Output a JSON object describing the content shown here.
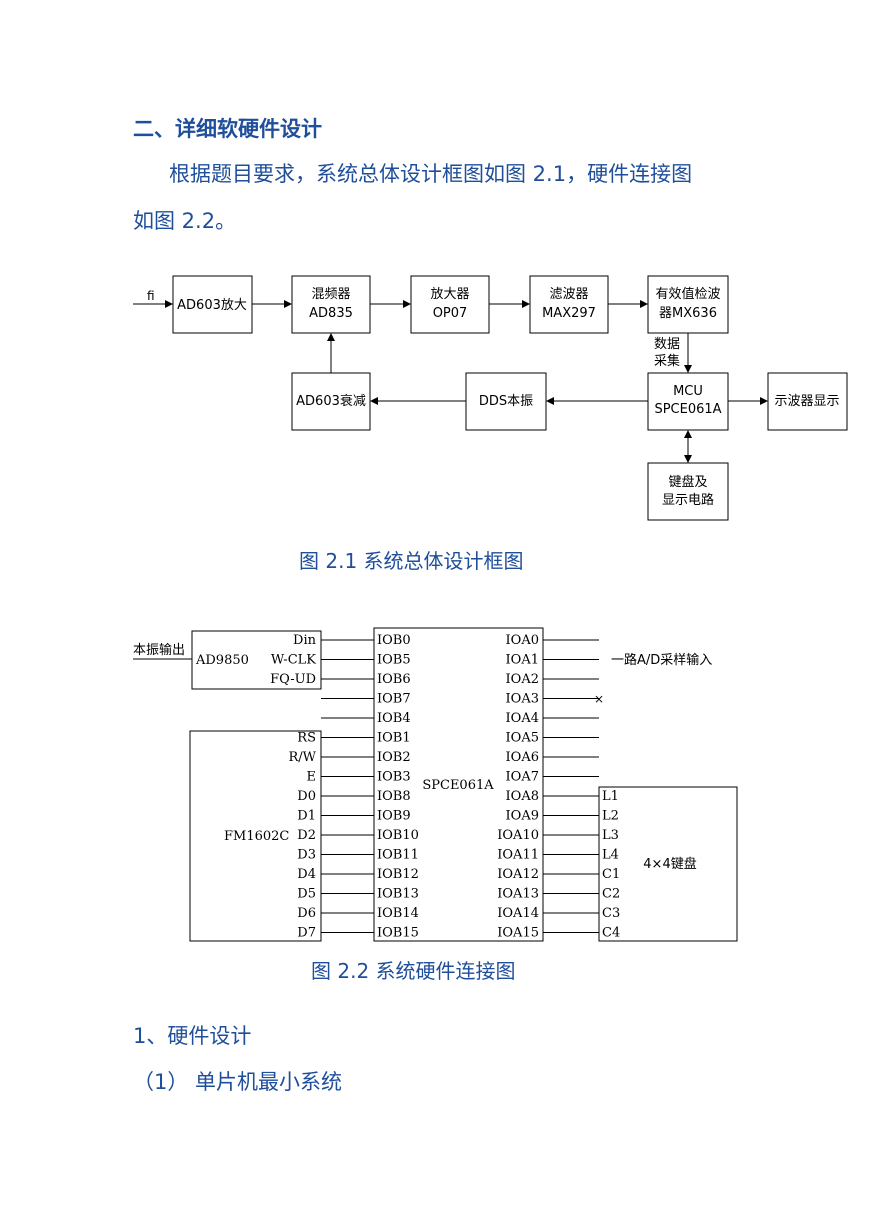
{
  "section_heading": "二、详细软硬件设计",
  "intro_line1": "根据题目要求，系统总体设计框图如图 2.1，硬件连接图",
  "intro_line2": "如图 2.2。",
  "fig1": {
    "input_label": "fi",
    "ad603_amp": "AD603放大",
    "mixer": [
      "混频器",
      "AD835"
    ],
    "amplifier": [
      "放大器",
      "OP07"
    ],
    "filter": [
      "滤波器",
      "MAX297"
    ],
    "rms_detector": [
      "有效值检波",
      "器MX636"
    ],
    "data_acq": [
      "数据",
      "采集"
    ],
    "mcu": [
      "MCU",
      "SPCE061A"
    ],
    "scope": "示波器显示",
    "dds": "DDS本振",
    "ad603_att": "AD603衰减",
    "keyboard": [
      "键盘及",
      "显示电路"
    ],
    "caption": "图 2.1   系统总体设计框图"
  },
  "fig2": {
    "lo_label": "本振输出",
    "ad9850": "AD9850",
    "ad9850_pins": [
      "Din",
      "W-CLK",
      "FQ-UD"
    ],
    "fm1602c": "FM1602C",
    "lcd_pins": [
      "RS",
      "R/W",
      "E",
      "D0",
      "D1",
      "D2",
      "D3",
      "D4",
      "D5",
      "D6",
      "D7"
    ],
    "chip": "SPCE061A",
    "iob_pins": [
      "IOB0",
      "IOB5",
      "IOB6",
      "IOB7",
      "IOB4",
      "IOB1",
      "IOB2",
      "IOB3",
      "IOB8",
      "IOB9",
      "IOB10",
      "IOB11",
      "IOB12",
      "IOB13",
      "IOB14",
      "IOB15"
    ],
    "ioa_pins": [
      "IOA0",
      "IOA1",
      "IOA2",
      "IOA3",
      "IOA4",
      "IOA5",
      "IOA6",
      "IOA7",
      "IOA8",
      "IOA9",
      "IOA10",
      "IOA11",
      "IOA12",
      "IOA13",
      "IOA14",
      "IOA15"
    ],
    "ad_input": "一路A/D采样输入",
    "nc_mark": "×",
    "keypad": "4×4键盘",
    "keypad_pins": [
      "L1",
      "L2",
      "L3",
      "L4",
      "C1",
      "C2",
      "C3",
      "C4"
    ],
    "caption": "图 2.2   系统硬件连接图"
  },
  "sub1": "1、硬件设计",
  "sub2": "（1） 单片机最小系统"
}
